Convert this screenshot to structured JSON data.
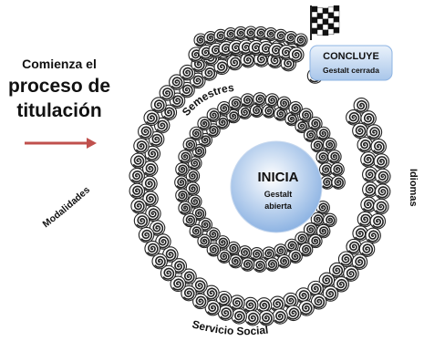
{
  "intro": {
    "line1": "Comienza el",
    "line2": "proceso de",
    "line3": "titulación"
  },
  "labels": {
    "semestres": "Semestres",
    "modalidades": "Modalidades",
    "idiomas": "Idiomas",
    "servicio_social": "Servicio Social"
  },
  "start": {
    "title": "INICIA",
    "sub1": "Gestalt",
    "sub2": "abierta"
  },
  "end": {
    "title": "CONCLUYE",
    "sub": "Gestalt cerrada"
  },
  "colors": {
    "arrow": "#c0504d",
    "bubble_light": "#ffffff",
    "bubble_dark": "#8eb4e3",
    "concluye_light": "#dbe8f7",
    "concluye_dark": "#8eb4e3",
    "swirl": "#222222"
  },
  "icons": {
    "finish": "checkered-flag-icon",
    "arrow": "right-arrow-icon"
  }
}
